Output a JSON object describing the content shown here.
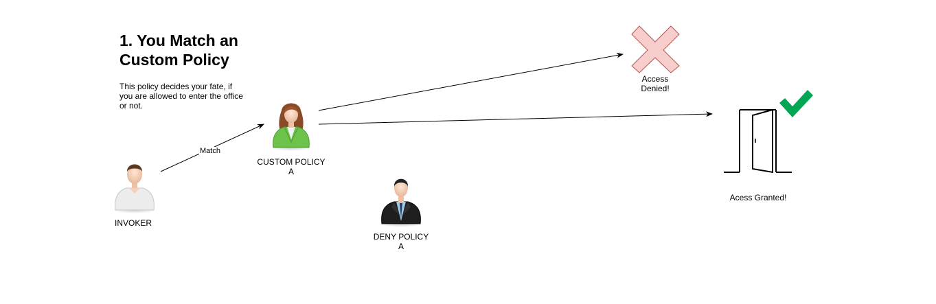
{
  "heading": {
    "line1": "1. You Match an",
    "line2": "Custom Policy"
  },
  "description": {
    "line1": "This policy decides your fate, if",
    "line2": "you are allowed to enter the office",
    "line3": "or not."
  },
  "nodes": {
    "invoker": {
      "label": "INVOKER",
      "icon": "man-white-shirt-icon"
    },
    "custom_policy": {
      "label_line1": "CUSTOM POLICY",
      "label_line2": "A",
      "icon": "woman-green-jacket-icon"
    },
    "deny_policy": {
      "label_line1": "DENY POLICY",
      "label_line2": "A",
      "icon": "man-black-suit-icon"
    },
    "access_denied": {
      "label_line1": "Access",
      "label_line2": "Denied!",
      "icon": "red-cross-icon"
    },
    "access_granted": {
      "label": "Acess Granted!",
      "icon": "open-door-icon",
      "badge_icon": "green-checkmark-icon"
    }
  },
  "edges": {
    "match": {
      "label": "Match"
    }
  },
  "colors": {
    "cross_fill": "#f8cecc",
    "cross_stroke": "#b85450",
    "check": "#00a651",
    "arrow": "#000000"
  }
}
